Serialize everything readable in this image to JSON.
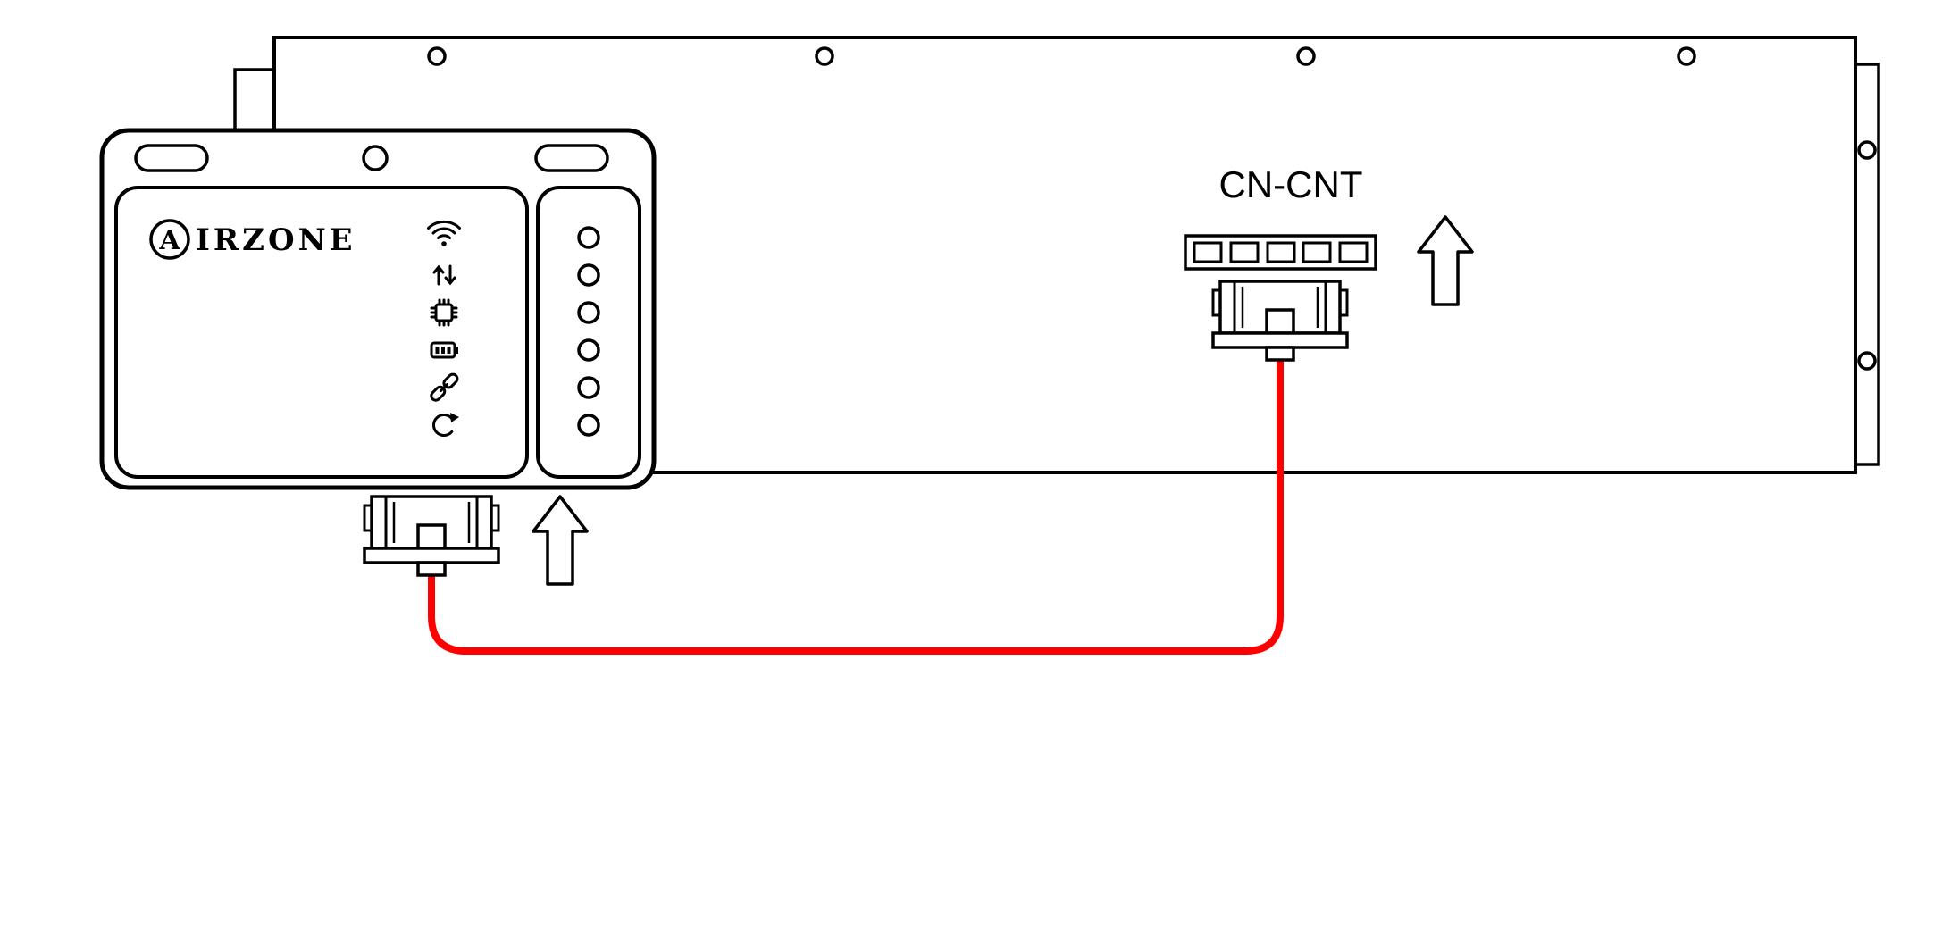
{
  "diagram": {
    "type": "installation-wiring-diagram",
    "device": {
      "brand_initial": "A",
      "brand_rest": "IRZONE",
      "status_icons": [
        "wifi-icon",
        "data-transfer-icon",
        "chip-icon",
        "battery-icon",
        "link-icon",
        "reset-icon"
      ],
      "led_count": 6
    },
    "panel": {
      "connector_label": "CN-CNT",
      "top_screw_holes": 4,
      "flange_holes": 2,
      "terminal_slots": 5
    },
    "cable": {
      "color": "#FF0000"
    },
    "colors": {
      "outline": "#000000",
      "background": "#FFFFFF"
    }
  }
}
